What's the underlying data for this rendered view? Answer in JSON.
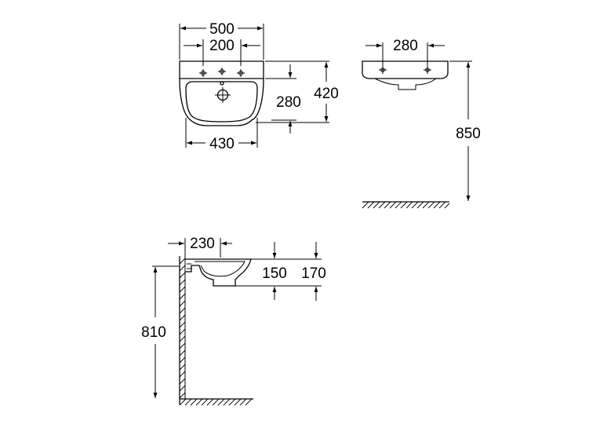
{
  "top_view": {
    "overall_width": "500",
    "tap_hole_spacing": "200",
    "overall_depth": "420",
    "bowl_depth": "280",
    "inner_width": "430"
  },
  "front_view": {
    "tap_hole_spacing": "280",
    "rim_height_from_floor": "850"
  },
  "side_view": {
    "bowl_projection": "230",
    "bowl_height": "150",
    "total_height": "170",
    "underside_height_from_floor": "810"
  }
}
